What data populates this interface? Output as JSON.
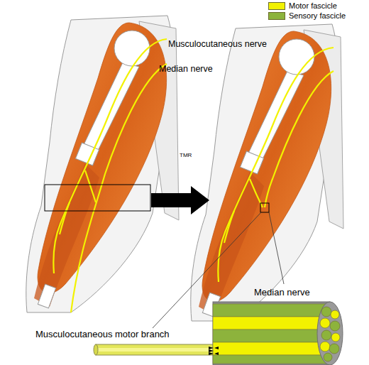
{
  "diagram": {
    "nodes": [
      {
        "text": [
          "Musculocutaneous motor branch"
        ]
      },
      {
        "text": [
          "Median nerve"
        ]
      }
    ],
    "labels": [
      "Musculocutaneous nerve",
      "Median nerve",
      "TMR"
    ],
    "legend": [
      {
        "text": "Motor fascicle",
        "color": "#f2f200"
      },
      {
        "text": "Sensory fascicle",
        "color": "#8db33c"
      }
    ]
  }
}
